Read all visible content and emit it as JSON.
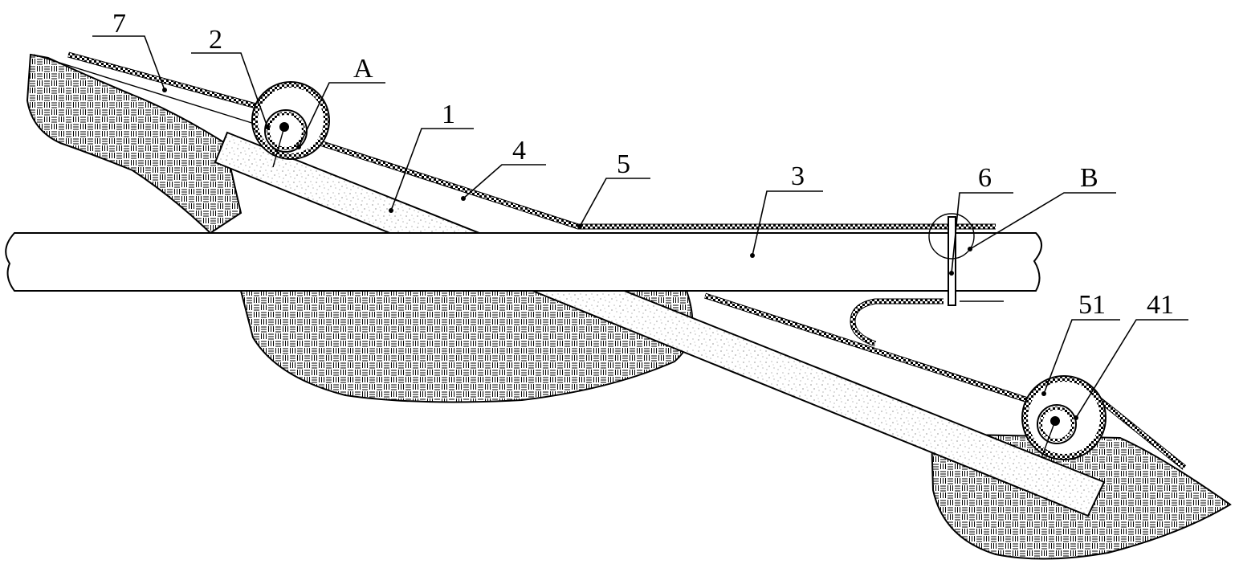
{
  "diagram": {
    "labels": {
      "l7": "7",
      "l2": "2",
      "lA": "A",
      "l1": "1",
      "l4": "4",
      "l5": "5",
      "l3": "3",
      "l6": "6",
      "lB": "B",
      "l51": "51",
      "l41": "41"
    }
  }
}
